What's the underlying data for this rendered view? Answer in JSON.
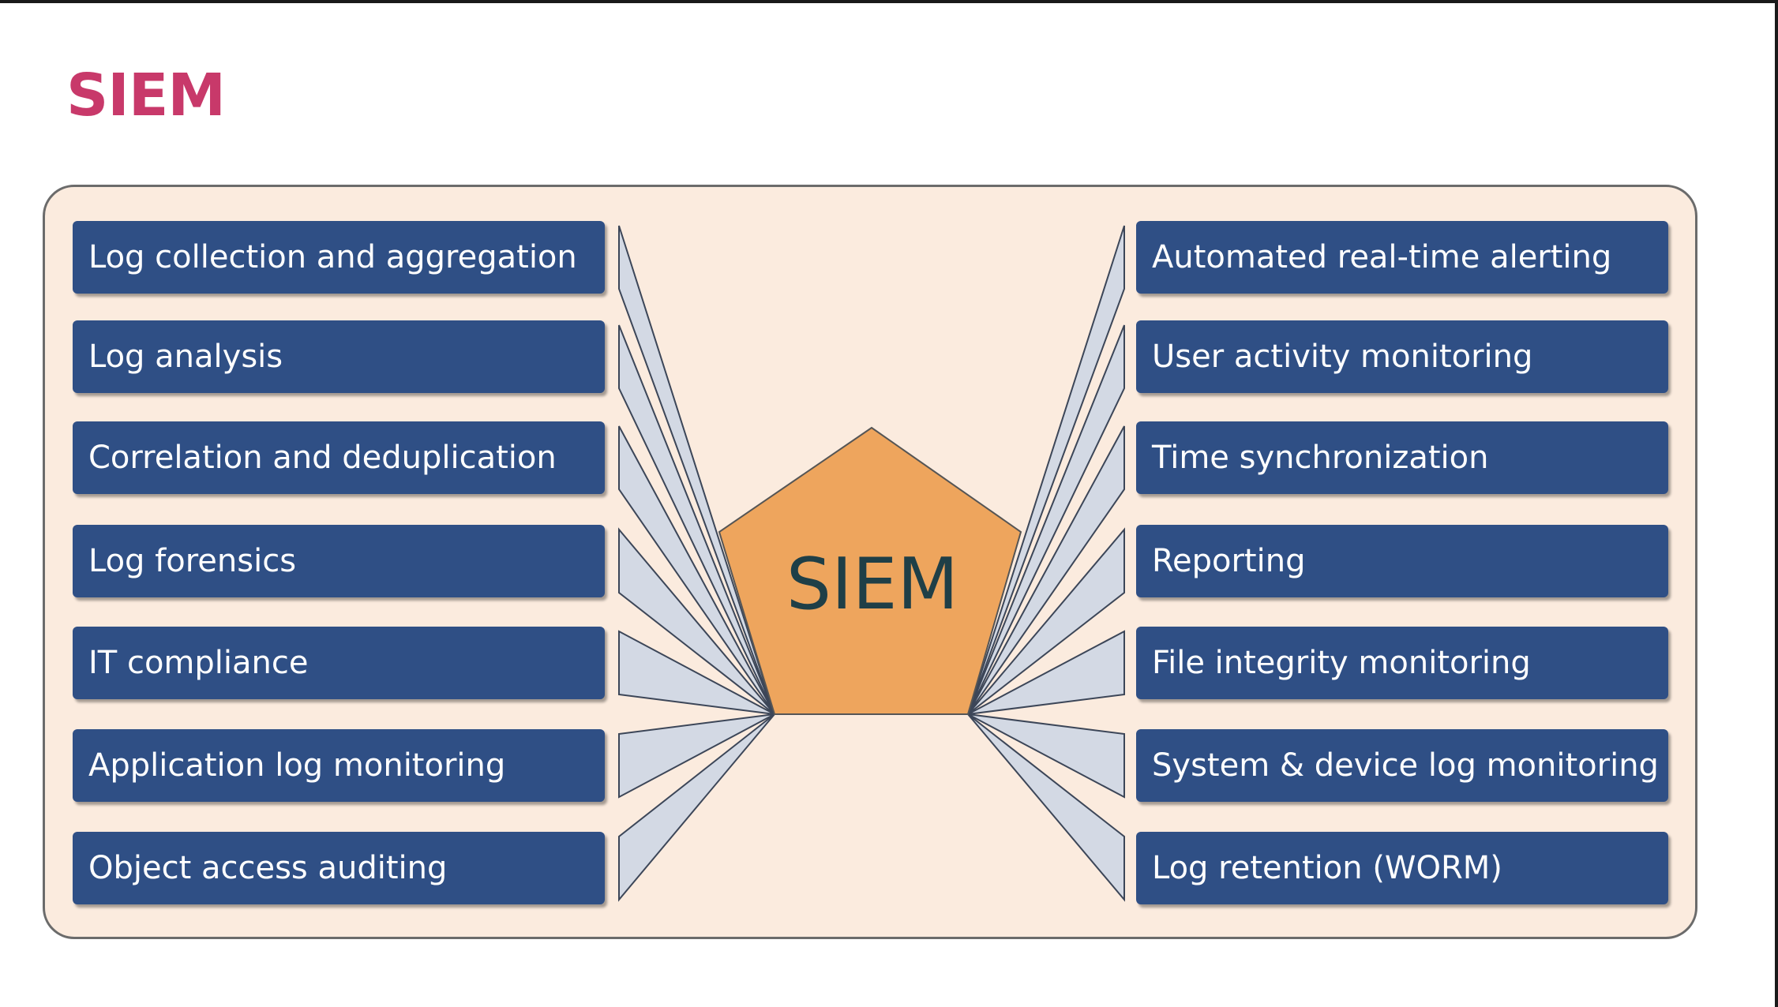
{
  "slide": {
    "title": "SIEM"
  },
  "diagram": {
    "center_label": "SIEM",
    "left_items": [
      "Log collection and aggregation",
      "Log analysis",
      "Correlation and deduplication",
      "Log forensics",
      "IT compliance",
      "Application log monitoring",
      "Object access auditing"
    ],
    "right_items": [
      "Automated real-time alerting",
      "User activity monitoring",
      "Time synchronization",
      "Reporting",
      "File integrity monitoring",
      "System & device log monitoring",
      "Log retention (WORM)"
    ]
  },
  "colors": {
    "title": "#c8396a",
    "panel_background": "#fbebde",
    "box_fill": "#2f4f85",
    "box_text": "#ffffff",
    "pentagon_fill": "#eea55d",
    "fan_fill": "#d3d9e4",
    "center_text": "#1f3f47"
  }
}
